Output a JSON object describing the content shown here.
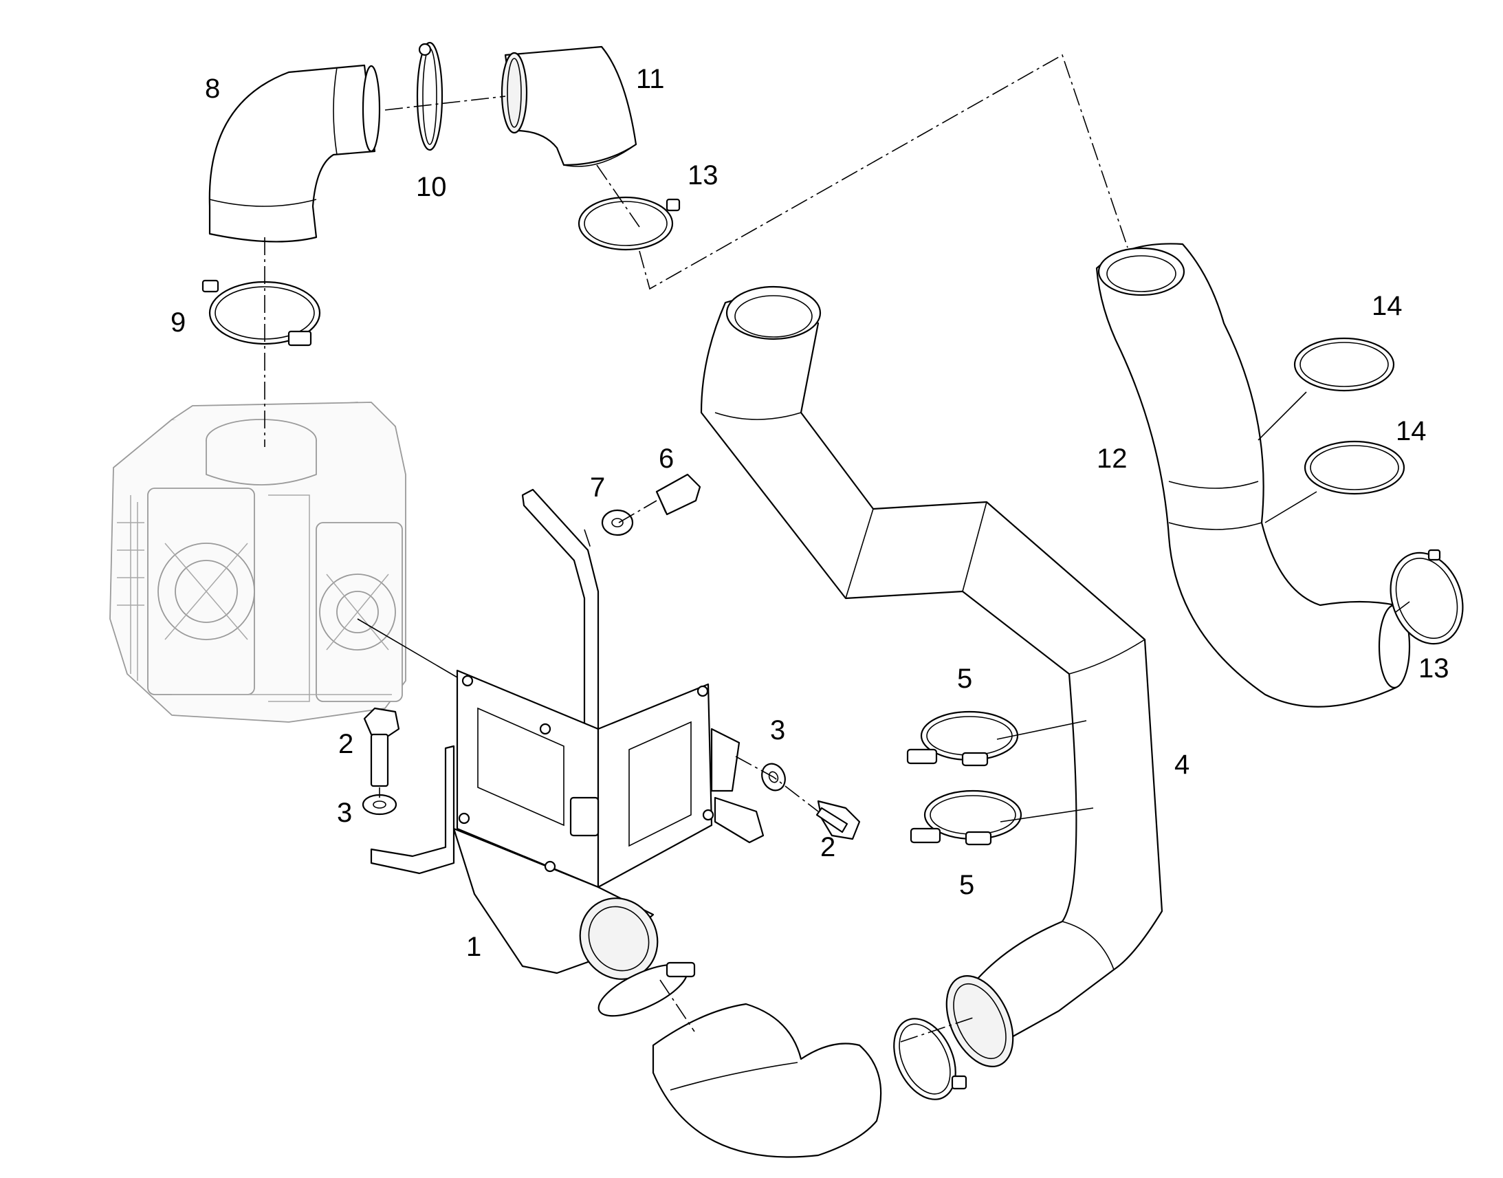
{
  "callouts": {
    "c1": "1",
    "c2a": "2",
    "c2b": "2",
    "c3a": "3",
    "c3b": "3",
    "c4": "4",
    "c5a": "5",
    "c5b": "5",
    "c6": "6",
    "c7": "7",
    "c8": "8",
    "c9": "9",
    "c10": "10",
    "c11": "11",
    "c12": "12",
    "c13a": "13",
    "c13b": "13",
    "c14a": "14",
    "c14b": "14"
  }
}
